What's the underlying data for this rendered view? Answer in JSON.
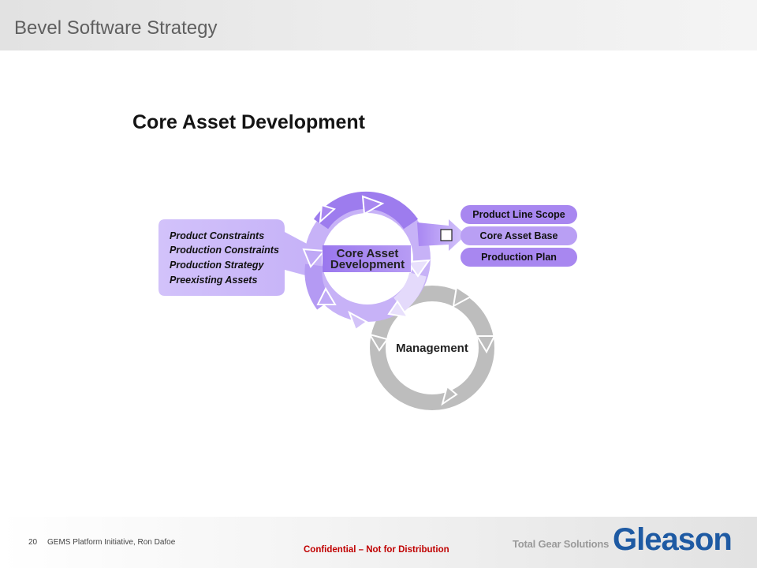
{
  "header": {
    "title": "Bevel Software Strategy"
  },
  "slide": {
    "heading": "Core Asset Development"
  },
  "diagram": {
    "inputs": [
      "Product Constraints",
      "Production Constraints",
      "Production Strategy",
      "Preexisting Assets"
    ],
    "core_cycle_label_line1": "Core Asset",
    "core_cycle_label_line2": "Development",
    "management_label": "Management",
    "outputs": [
      "Product Line Scope",
      "Core Asset Base",
      "Production Plan"
    ]
  },
  "footer": {
    "page_number": "20",
    "presenter": "GEMS Platform Initiative,  Ron Dafoe",
    "confidential": "Confidential  – Not for Distribution",
    "tagline": "Total Gear Solutions",
    "logo": "Gleason"
  },
  "colors": {
    "purple_dark": "#9a77ee",
    "purple_light": "#dcd0fa",
    "gray_cycle": "#bcbcbc",
    "confidential_red": "#c00000",
    "brand_blue": "#1e5aa3"
  }
}
